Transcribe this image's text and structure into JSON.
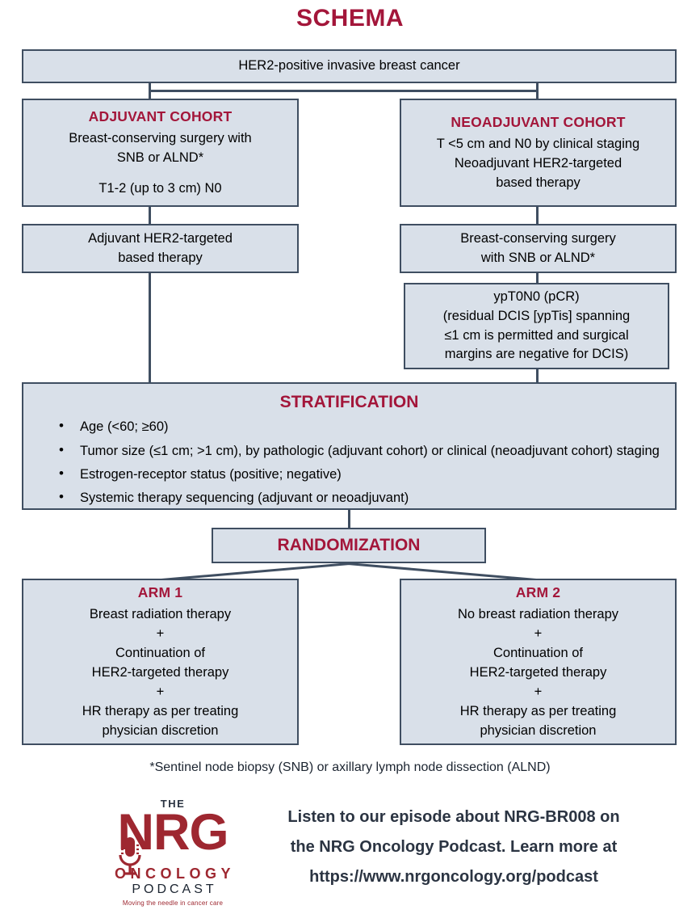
{
  "title": "SCHEMA",
  "colors": {
    "accent_crimson": "#a3163a",
    "box_fill": "#d9e0e9",
    "box_border": "#3f4e61",
    "logo_red": "#9e2730",
    "footer_navy": "#2b3442"
  },
  "nodes": {
    "population": {
      "text": "HER2-positive invasive breast cancer"
    },
    "adjuvant_cohort": {
      "header": "ADJUVANT COHORT",
      "line1": "Breast-conserving surgery with",
      "line2": "SNB or ALND*",
      "line3": "T1-2 (up to 3 cm) N0"
    },
    "neoadjuvant_cohort": {
      "header": "NEOADJUVANT COHORT",
      "line1": "T <5 cm and N0 by clinical staging",
      "line2": "Neoadjuvant HER2-targeted",
      "line3": "based therapy"
    },
    "adjuvant_therapy": {
      "line1": "Adjuvant HER2-targeted",
      "line2": "based therapy"
    },
    "neoadjuvant_surgery": {
      "line1": "Breast-conserving surgery",
      "line2": "with SNB or ALND*"
    },
    "pcr_criteria": {
      "line1": "ypT0N0 (pCR)",
      "line2": "(residual DCIS [ypTis] spanning",
      "line3": "≤1 cm is permitted and surgical",
      "line4": "margins are negative for DCIS)"
    },
    "stratification": {
      "header": "STRATIFICATION",
      "items": [
        "Age (<60; ≥60)",
        "Tumor size (≤1 cm; >1 cm), by pathologic (adjuvant cohort) or clinical (neoadjuvant cohort) staging",
        "Estrogen-receptor status (positive; negative)",
        "Systemic therapy sequencing (adjuvant or neoadjuvant)"
      ]
    },
    "randomization": {
      "label": "RANDOMIZATION"
    },
    "arm1": {
      "header": "ARM 1",
      "line1": "Breast radiation therapy",
      "plus1": "+",
      "line2": "Continuation of",
      "line3": "HER2-targeted therapy",
      "plus2": "+",
      "line4": "HR therapy as per treating",
      "line5": "physician discretion"
    },
    "arm2": {
      "header": "ARM 2",
      "line1": "No breast radiation therapy",
      "plus1": "+",
      "line2": "Continuation of",
      "line3": "HER2-targeted therapy",
      "plus2": "+",
      "line4": "HR therapy as per treating",
      "line5": "physician discretion"
    }
  },
  "footnote": "*Sentinel node biopsy (SNB) or axillary lymph node dissection (ALND)",
  "footer": {
    "logo": {
      "the": "THE",
      "nrg": "NRG",
      "oncology": "ONCOLOGY",
      "podcast": "PODCAST",
      "tagline": "Moving the needle in cancer care"
    },
    "promo": {
      "line1": "Listen to our episode about NRG-BR008 on",
      "line2": "the NRG Oncology Podcast. Learn more at",
      "line3": "https://www.nrgoncology.org/podcast"
    }
  }
}
